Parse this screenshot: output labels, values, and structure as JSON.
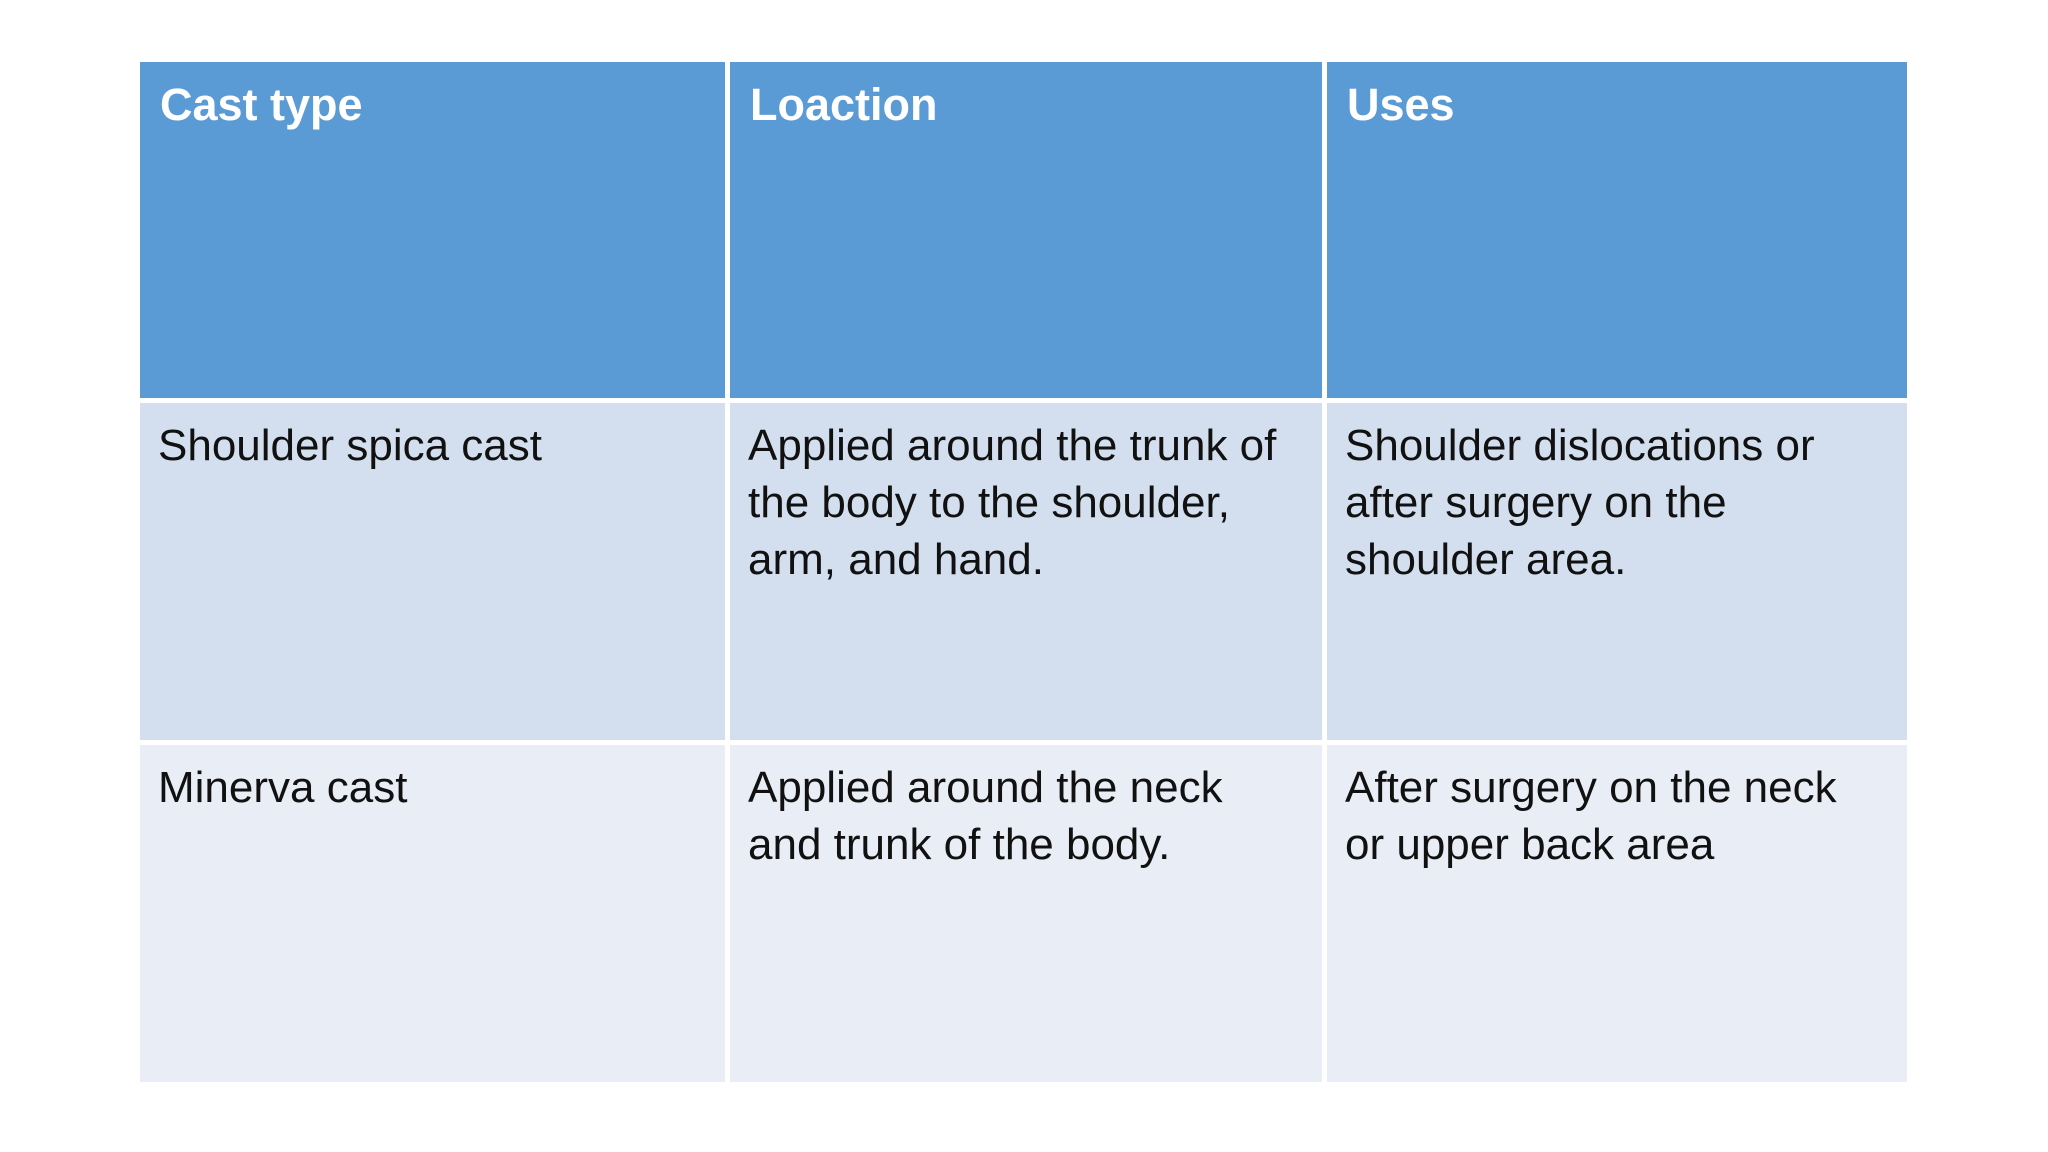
{
  "table": {
    "columns": [
      {
        "label": "Cast type"
      },
      {
        "label": "Loaction"
      },
      {
        "label": "Uses"
      }
    ],
    "rows": [
      {
        "cast_type": "Shoulder spica cast",
        "location": "Applied around the trunk of the body to the shoulder, arm, and hand.",
        "uses": "Shoulder dislocations or after surgery on the shoulder area."
      },
      {
        "cast_type": "Minerva cast",
        "location": "Applied around the neck and trunk of the body.",
        "uses": "After surgery on the neck or upper back area"
      }
    ],
    "colors": {
      "header_bg": "#5B9BD5",
      "header_text": "#FFFFFF",
      "row_odd_bg": "#D3DFEE",
      "row_even_bg": "#E9EEF6",
      "body_text": "#111111",
      "page_bg": "#FFFFFF"
    }
  }
}
